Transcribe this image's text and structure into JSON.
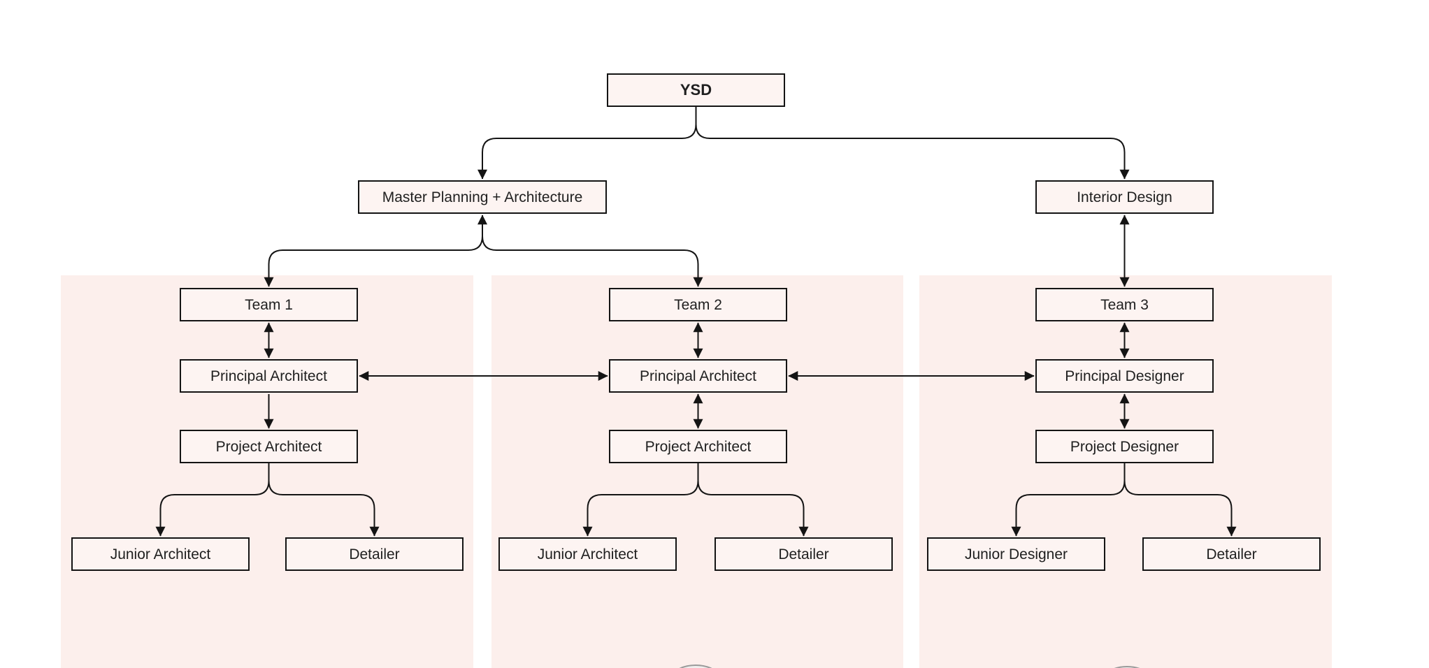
{
  "org_chart": {
    "root": {
      "label": "YSD"
    },
    "divisions": [
      {
        "label": "Master Planning + Architecture"
      },
      {
        "label": "Interior Design"
      }
    ],
    "teams": [
      {
        "name": "Team 1",
        "principal": "Principal Architect",
        "project": "Project Architect",
        "junior": "Junior Architect",
        "detailer": "Detailer"
      },
      {
        "name": "Team 2",
        "principal": "Principal Architect",
        "project": "Project Architect",
        "junior": "Junior Architect",
        "detailer": "Detailer"
      },
      {
        "name": "Team 3",
        "principal": "Principal Designer",
        "project": "Project Designer",
        "junior": "Junior Designer",
        "detailer": "Detailer"
      }
    ],
    "colors": {
      "panel": "#fcefec",
      "node_fill": "#fdf4f2",
      "node_border": "#141414",
      "edge": "#141414"
    }
  }
}
